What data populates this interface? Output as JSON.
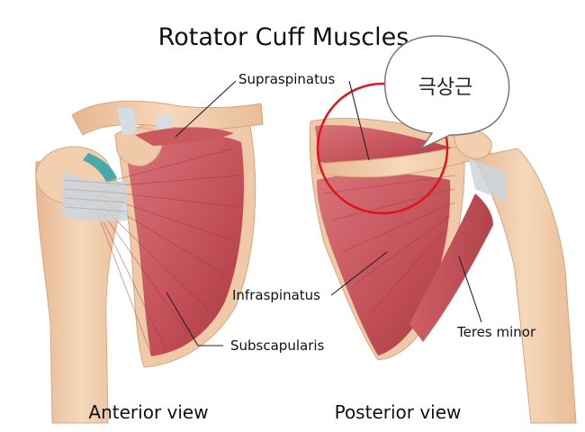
{
  "title": "Rotator Cuff Muscles",
  "labels": {
    "supraspinatus": "Supraspinatus",
    "infraspinatus": "Infraspinatus",
    "subscapularis": "Subscapularis",
    "teres_minor": "Teres minor"
  },
  "views": {
    "anterior": "Anterior view",
    "posterior": "Posterior view"
  },
  "callout": {
    "text": "극상근"
  },
  "colors": {
    "muscle": "#c8555c",
    "muscle_dark": "#a8353c",
    "bone": "#f2cfae",
    "bone_shadow": "#e0b08a",
    "highlight_circle": "#e0141c",
    "ligament": "#cfd6dc"
  }
}
